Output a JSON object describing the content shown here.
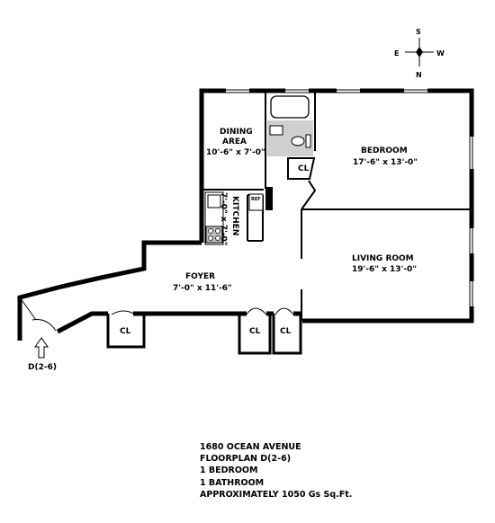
{
  "compass": {
    "south": "S",
    "east": "E",
    "west": "W",
    "north": "N"
  },
  "rooms": {
    "dining": {
      "name_line1": "DINING",
      "name_line2": "AREA",
      "dims": "10'-6\" x 7'-0\""
    },
    "bedroom": {
      "name": "BEDROOM",
      "dims": "17'-6\" x 13'-0\""
    },
    "living": {
      "name": "LIVING ROOM",
      "dims": "19'-6\" x 13'-0\""
    },
    "kitchen": {
      "name": "KITCHEN",
      "dims": "7'-0\" x 7'-0\""
    },
    "foyer": {
      "name": "FOYER",
      "dims": "7'-0\" x 11'-6\""
    }
  },
  "closets": [
    "CL",
    "CL",
    "CL",
    "CL"
  ],
  "appliance": "REF",
  "entry_label": "D(2-6)",
  "info": [
    "1680 OCEAN AVENUE",
    "FLOORPLAN D(2-6)",
    "1 BEDROOM",
    "1 BATHROOM",
    "APPROXIMATELY 1050 Gs Sq.Ft."
  ]
}
